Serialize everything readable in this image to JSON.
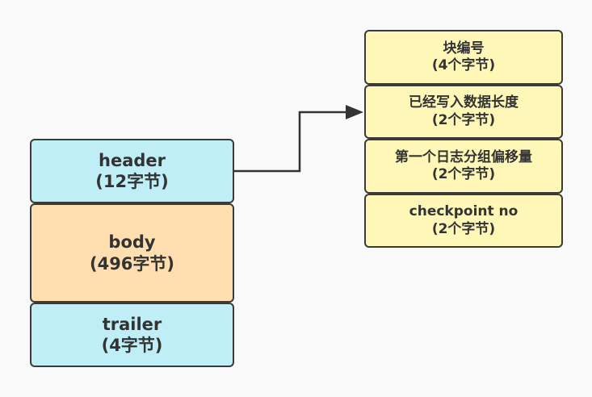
{
  "block": {
    "header": {
      "title": "header",
      "size": "(12字节)"
    },
    "body": {
      "title": "body",
      "size": "(496字节)"
    },
    "trailer": {
      "title": "trailer",
      "size": "(4字节)"
    }
  },
  "header_fields": [
    {
      "name": "块编号",
      "size": "(4个字节)"
    },
    {
      "name": "已经写入数据长度",
      "size": "(2个字节)"
    },
    {
      "name": "第一个日志分组偏移量",
      "size": "(2个字节)"
    },
    {
      "name": "checkpoint no",
      "size": "(2个字节)"
    }
  ]
}
